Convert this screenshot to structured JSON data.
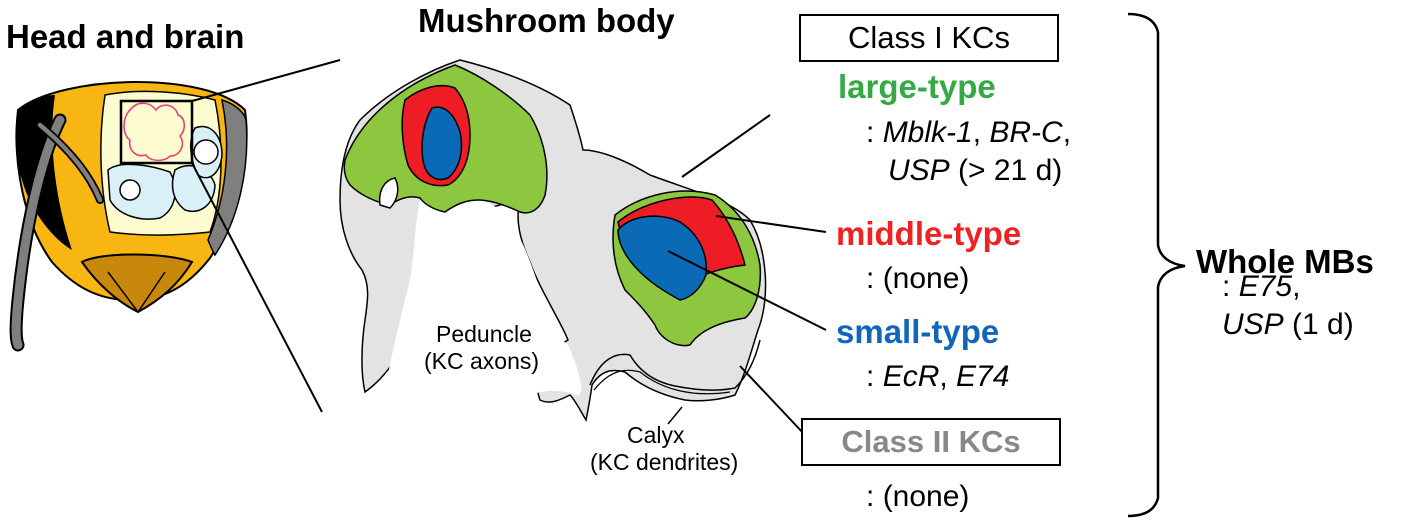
{
  "titles": {
    "head_and_brain": "Head and brain",
    "mushroom_body": "Mushroom body"
  },
  "structures": {
    "peduncle": "Peduncle",
    "peduncle_sub": "(KC axons)",
    "calyx": "Calyx",
    "calyx_sub": "(KC dendrites)"
  },
  "class1": {
    "label": "Class I KCs",
    "large": {
      "name": "large-type",
      "colon": ":",
      "genes_line1": [
        {
          "text": "Mblk-1",
          "italic": true
        },
        {
          "text": ", ",
          "italic": false
        },
        {
          "text": "BR-C",
          "italic": true
        },
        {
          "text": ",",
          "italic": false
        }
      ],
      "genes_line2": [
        {
          "text": "USP",
          "italic": true
        },
        {
          "text": " (> 21 d)",
          "italic": false
        }
      ]
    },
    "middle": {
      "name": "middle-type",
      "colon": ":",
      "genes": "(none)"
    },
    "small": {
      "name": "small-type",
      "colon": ":",
      "genes_line1": [
        {
          "text": "EcR",
          "italic": true
        },
        {
          "text": ", ",
          "italic": false
        },
        {
          "text": "E74",
          "italic": true
        }
      ]
    }
  },
  "class2": {
    "label": "Class II KCs",
    "colon": ":",
    "genes": "(none)"
  },
  "whole": {
    "label": "Whole MBs",
    "colon": ":",
    "genes_line1": [
      {
        "text": "E75",
        "italic": true
      },
      {
        "text": ",",
        "italic": false
      }
    ],
    "genes_line2": [
      {
        "text": "USP",
        "italic": true
      },
      {
        "text": " (1 d)",
        "italic": false
      }
    ]
  },
  "colors": {
    "large_type": "#33aa44",
    "middle_type": "#ee2222",
    "small_type": "#1166bb",
    "class2": "#888888",
    "region_green": "#8dc63f",
    "region_red": "#ee1c24",
    "region_blue": "#0a6ab6",
    "bee_yellow": "#f7b611",
    "bee_dark": "#c8880c",
    "brain_fill": "#fdfbd0",
    "brain_blue": "#d9f0f6",
    "antenna_grey": "#7f7f7f"
  }
}
